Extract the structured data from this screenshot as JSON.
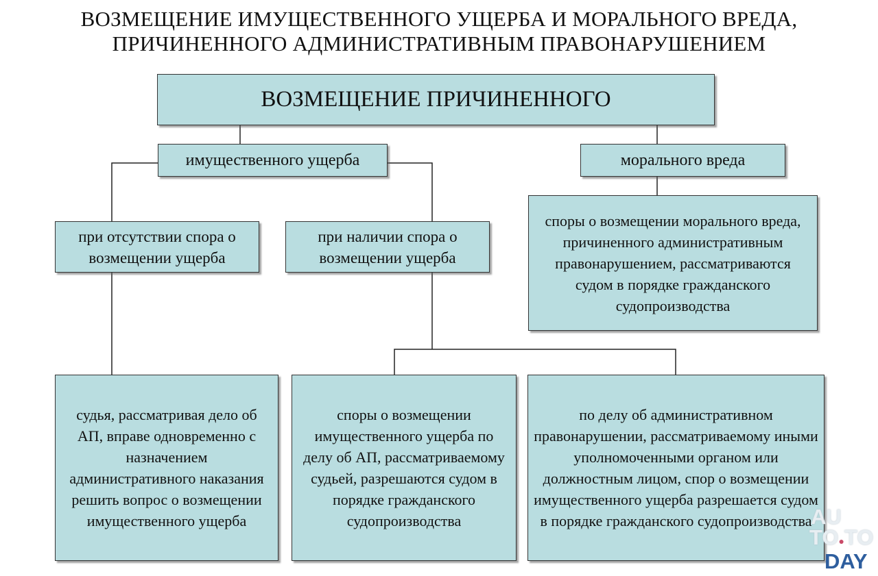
{
  "title": {
    "line1": "ВОЗМЕЩЕНИЕ ИМУЩЕСТВЕННОГО УЩЕРБА И МОРАЛЬНОГО ВРЕДА,",
    "line2": "ПРИЧИНЕННОГО АДМИНИСТРАТИВНЫМ ПРАВОНАРУШЕНИЕМ"
  },
  "root": "ВОЗМЕЩЕНИЕ ПРИЧИНЕННОГО",
  "property_damage": "имущественного ущерба",
  "moral_harm": "морального вреда",
  "no_dispute": "при отсутствии спора о возмещении ущерба",
  "with_dispute": "при наличии спора о возмещении ущерба",
  "moral_disputes": "споры о возмещении морального вреда, причиненного административным правонарушением, рассматриваются судом в порядке гражданского судопроизводства",
  "judge_box": "судья, рассматривая дело об АП, вправе одновременно с назначением административного наказания решить вопрос о возмещении имущественного ущерба",
  "court_box": "споры о возмещении имущественного ущерба по делу об АП, рассматриваемому судьей, разрешаются судом в порядке гражданского судопроизводства",
  "other_body_box": "по делу об административном правонарушении, рассматриваемому иными уполномоченными органом или должностным лицом, спор о возмещении имущественного ущерба разрешается судом в порядке гражданского судопроизводства",
  "watermark": {
    "au": "AU",
    "to": "TO",
    "dot": "●",
    "to2": "TO",
    "day": "DAY"
  }
}
